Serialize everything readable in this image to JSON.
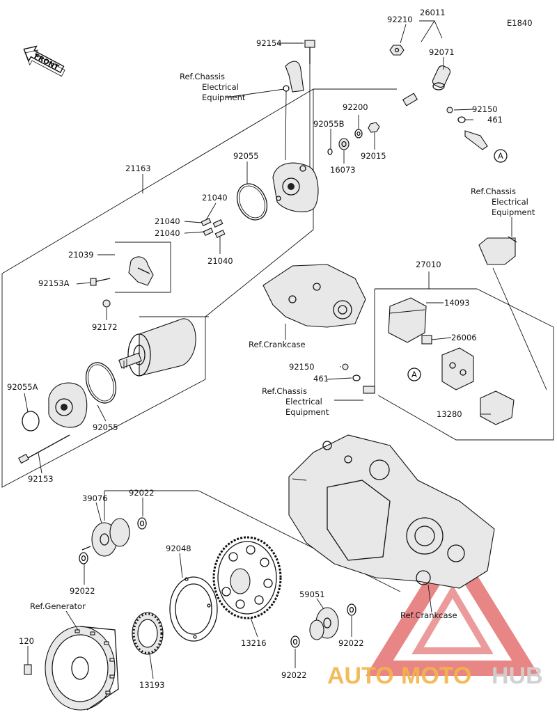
{
  "diagram": {
    "code": "E1840",
    "front_label": "FRONT",
    "labels": [
      {
        "id": "p92154",
        "text": "92154"
      },
      {
        "id": "p92210",
        "text": "92210"
      },
      {
        "id": "p26011",
        "text": "26011"
      },
      {
        "id": "p92071",
        "text": "92071"
      },
      {
        "id": "p92200",
        "text": "92200"
      },
      {
        "id": "p92055B",
        "text": "92055B"
      },
      {
        "id": "p92150a",
        "text": "92150"
      },
      {
        "id": "p461a",
        "text": "461"
      },
      {
        "id": "p16073",
        "text": "16073"
      },
      {
        "id": "p92015",
        "text": "92015"
      },
      {
        "id": "p21163",
        "text": "21163"
      },
      {
        "id": "p92055a",
        "text": "92055"
      },
      {
        "id": "p21040a",
        "text": "21040"
      },
      {
        "id": "p21040b",
        "text": "21040"
      },
      {
        "id": "p21040c",
        "text": "21040"
      },
      {
        "id": "p21040d",
        "text": "21040"
      },
      {
        "id": "p21039",
        "text": "21039"
      },
      {
        "id": "p92153A",
        "text": "92153A"
      },
      {
        "id": "p92172",
        "text": "92172"
      },
      {
        "id": "p92055A",
        "text": "92055A"
      },
      {
        "id": "p92055b",
        "text": "92055"
      },
      {
        "id": "p92153",
        "text": "92153"
      },
      {
        "id": "p27010",
        "text": "27010"
      },
      {
        "id": "p14093",
        "text": "14093"
      },
      {
        "id": "p26006",
        "text": "26006"
      },
      {
        "id": "p13280",
        "text": "13280"
      },
      {
        "id": "p92150b",
        "text": "92150"
      },
      {
        "id": "p461b",
        "text": "461"
      },
      {
        "id": "p39076",
        "text": "39076"
      },
      {
        "id": "p92022a",
        "text": "92022"
      },
      {
        "id": "p92022b",
        "text": "92022"
      },
      {
        "id": "p92048",
        "text": "92048"
      },
      {
        "id": "p13216",
        "text": "13216"
      },
      {
        "id": "p59051",
        "text": "59051"
      },
      {
        "id": "p92022c",
        "text": "92022"
      },
      {
        "id": "p92022d",
        "text": "92022"
      },
      {
        "id": "p120",
        "text": "120"
      },
      {
        "id": "p13193",
        "text": "13193"
      }
    ],
    "refs": {
      "chassis_top": [
        "Ref.Chassis",
        "Electrical",
        "Equipment"
      ],
      "chassis_right": [
        "Ref.Chassis",
        "Electrical",
        "Equipment"
      ],
      "chassis_mid": [
        "Ref.Chassis",
        "Electrical",
        "Equipment"
      ],
      "crankcase_mid": "Ref.Crankcase",
      "crankcase_bottom": "Ref.Crankcase",
      "generator": "Ref.Generator"
    },
    "callout_marker": "A"
  },
  "watermark": {
    "part1": "AUTO",
    "part2": "MOTO",
    "part3": "HUB",
    "color_primary": "#f2b54a",
    "color_secondary": "#d9d9d9",
    "triangle_color": "#e04040"
  }
}
